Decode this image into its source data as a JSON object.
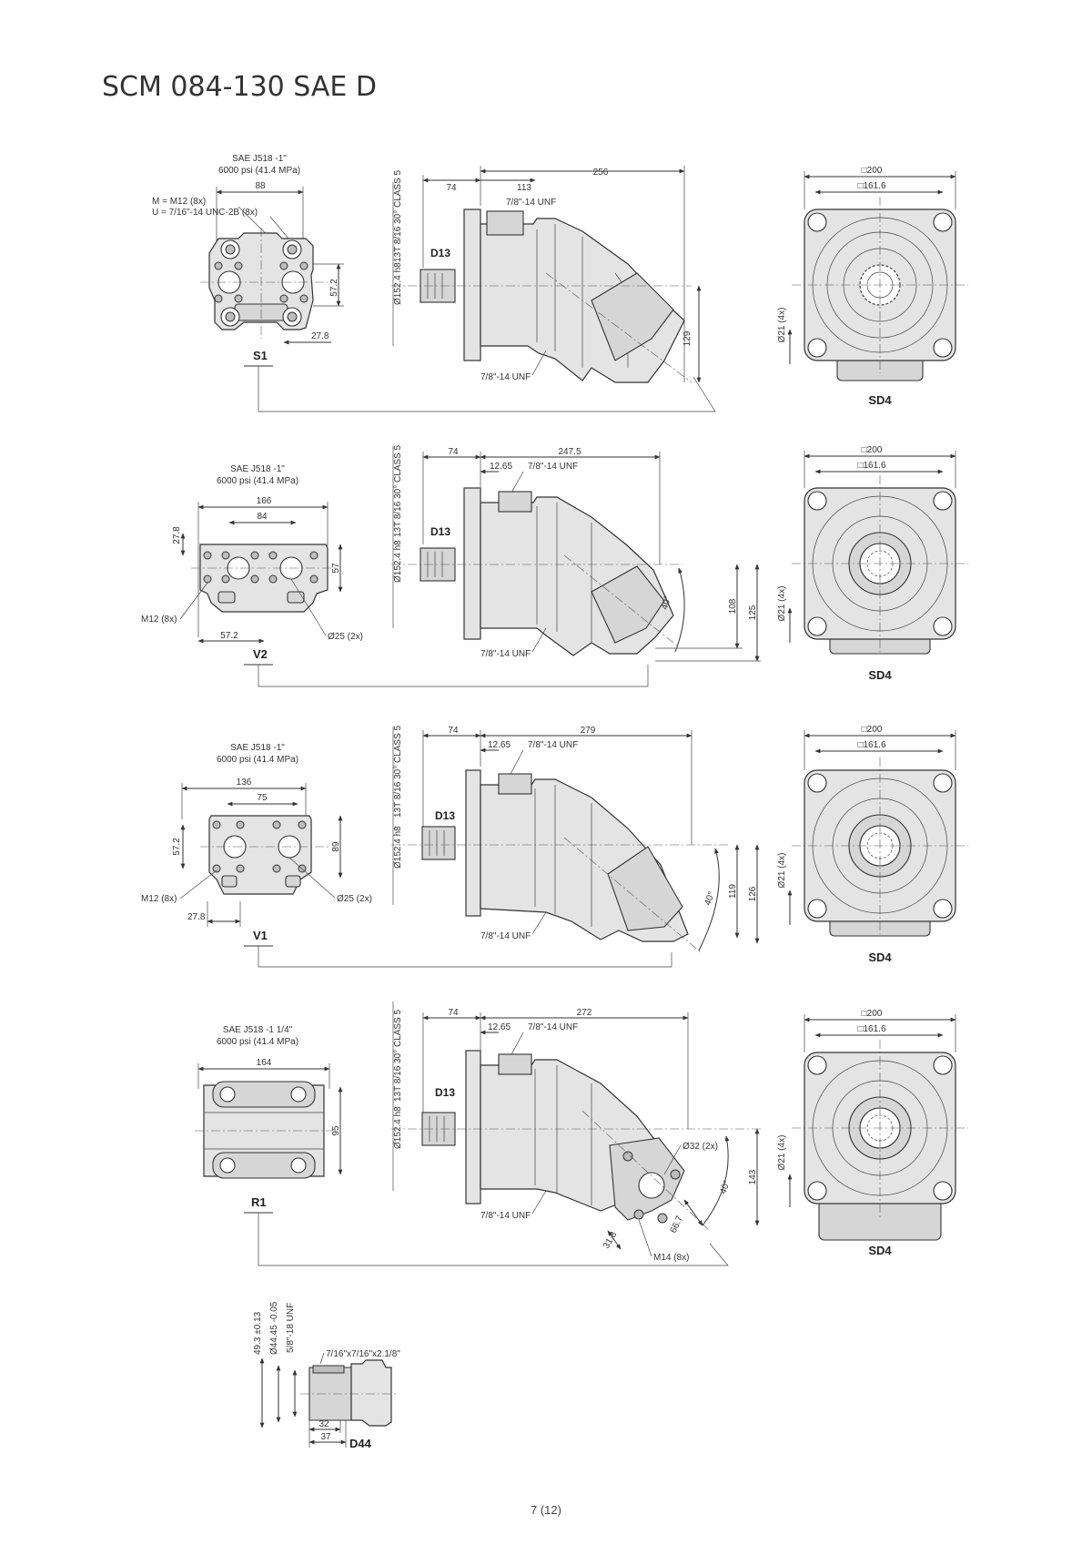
{
  "page": {
    "title": "SCM 084-130 SAE D",
    "page_number": "7 (12)"
  },
  "rows": [
    {
      "port_view": {
        "code": "S1",
        "flange_std": "SAE J518 -1\"",
        "pressure": "6000 psi (41.4 MPa)",
        "dims": [
          "88",
          "57.2",
          "27.8"
        ],
        "note_m": "M = M12 (8x)",
        "note_u": "U = 7/16\"-14 UNC-2B (8x)"
      },
      "side_view": {
        "shaft": "D13",
        "dims": [
          "74",
          "113",
          "256",
          "129"
        ],
        "thread_top": "7/8\"-14 UNF",
        "thread_bottom": "7/8\"-14 UNF",
        "pilot": "Ø152.4 h8",
        "spline": "13T 8/16 30° CLASS 5"
      },
      "end_view": {
        "code": "SD4",
        "outer": "□200",
        "inner": "□161.6",
        "holes": "Ø21 (4x)"
      }
    },
    {
      "port_view": {
        "code": "V2",
        "flange_std": "SAE J518 -1\"",
        "pressure": "6000 psi (41.4 MPa)",
        "dims": [
          "166",
          "84",
          "27.8",
          "57",
          "57.2"
        ],
        "note_m": "M12 (8x)",
        "note_port": "Ø25 (2x)"
      },
      "side_view": {
        "shaft": "D13",
        "dims": [
          "74",
          "12.65",
          "247.5",
          "108",
          "125",
          "40°"
        ],
        "thread_top": "7/8\"-14 UNF",
        "thread_bottom": "7/8\"-14 UNF",
        "pilot": "Ø152.4 h8",
        "spline": "13T 8/16 30° CLASS 5"
      },
      "end_view": {
        "code": "SD4",
        "outer": "□200",
        "inner": "□161.6",
        "holes": "Ø21 (4x)"
      }
    },
    {
      "port_view": {
        "code": "V1",
        "flange_std": "SAE J518 -1\"",
        "pressure": "6000 psi (41.4 MPa)",
        "dims": [
          "136",
          "75",
          "57.2",
          "89",
          "27.8"
        ],
        "note_m": "M12 (8x)",
        "note_port": "Ø25 (2x)"
      },
      "side_view": {
        "shaft": "D13",
        "dims": [
          "74",
          "12.65",
          "279",
          "119",
          "126",
          "40°"
        ],
        "thread_top": "7/8\"-14 UNF",
        "thread_bottom": "7/8\"-14 UNF",
        "pilot": "Ø152.4 h8",
        "spline": "13T 8/16 30° CLASS 5"
      },
      "end_view": {
        "code": "SD4",
        "outer": "□200",
        "inner": "□161.6",
        "holes": "Ø21 (4x)"
      }
    },
    {
      "port_view": {
        "code": "R1",
        "flange_std": "SAE J518 -1 1/4\"",
        "pressure": "6000 psi (41.4 MPa)",
        "dims": [
          "164",
          "95"
        ]
      },
      "side_view": {
        "shaft": "D13",
        "dims": [
          "74",
          "12.65",
          "272",
          "143",
          "40°",
          "66.7",
          "31.8"
        ],
        "thread_top": "7/8\"-14 UNF",
        "thread_bottom": "7/8\"-14 UNF",
        "pilot": "Ø152.4 h8",
        "spline": "13T 8/16 30° CLASS 5",
        "note_port": "Ø32 (2x)",
        "note_m": "M14 (8x)"
      },
      "end_view": {
        "code": "SD4",
        "outer": "□200",
        "inner": "□161.6",
        "holes": "Ø21 (4x)"
      }
    }
  ],
  "shaft_detail": {
    "code": "D44",
    "dims": [
      "49.3 ±0.13",
      "Ø44.45 -0.05",
      "5/8\"-18 UNF",
      "7/16\"x7/16\"x2.1/8\"",
      "32",
      "37"
    ]
  }
}
